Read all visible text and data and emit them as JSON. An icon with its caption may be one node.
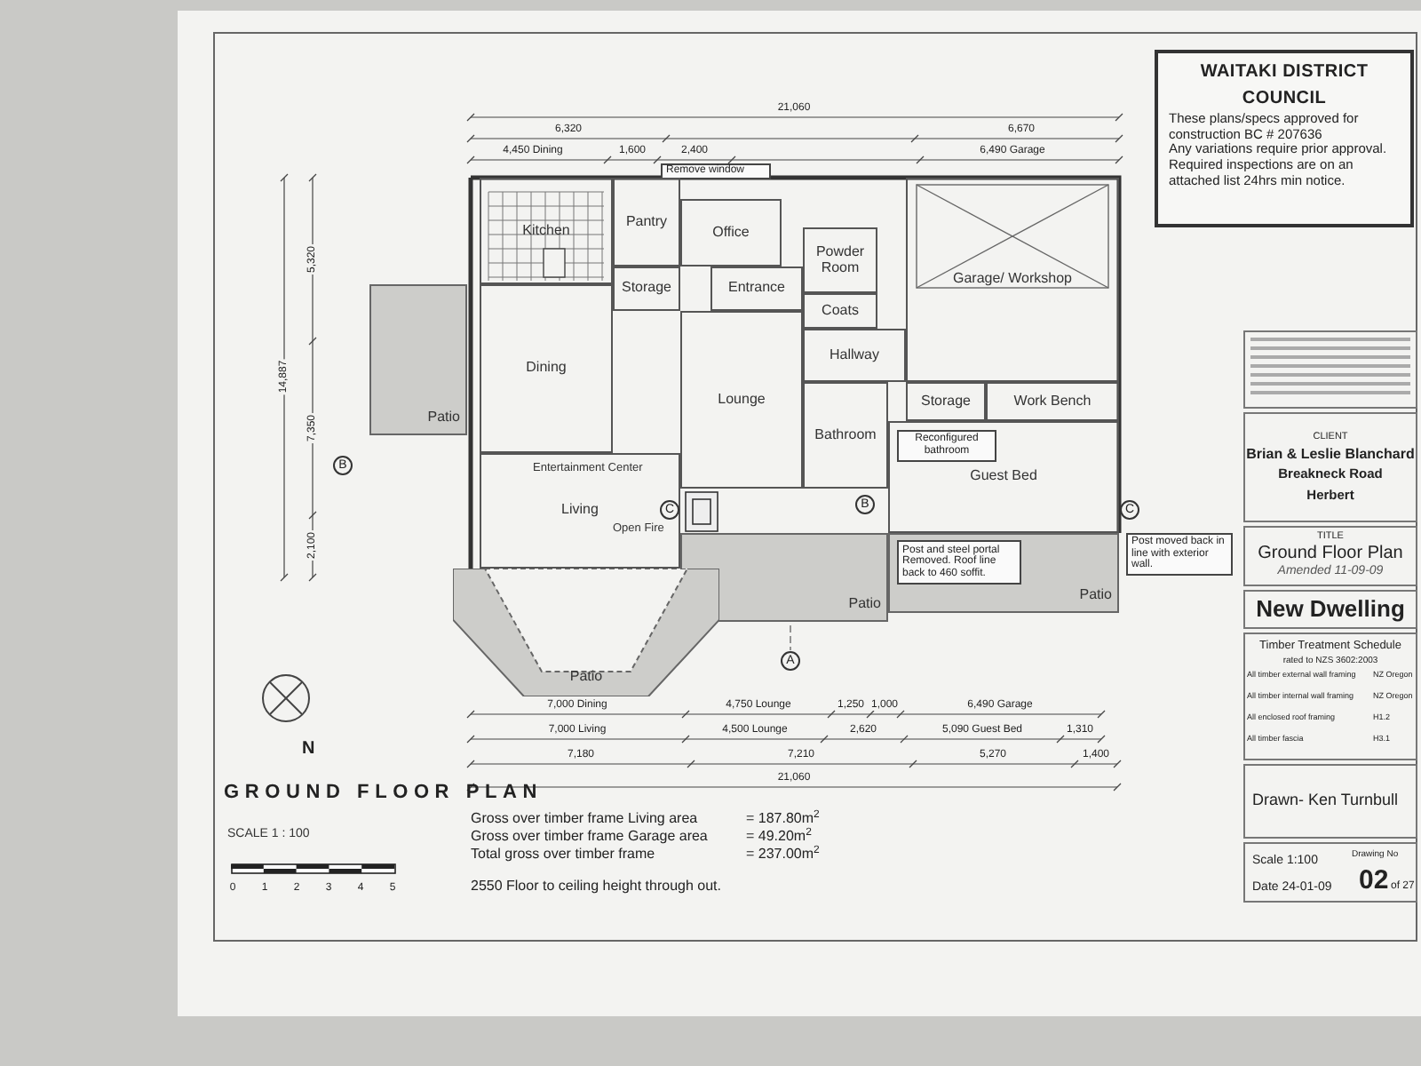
{
  "diagram": {
    "title": "GROUND FLOOR PLAN",
    "nodes": [
      {
        "text": [
          "Remove window"
        ]
      },
      {
        "text": [
          "Kitchen"
        ]
      },
      {
        "text": [
          "Pantry"
        ]
      },
      {
        "text": [
          "Office"
        ]
      },
      {
        "text": [
          "Storage"
        ]
      },
      {
        "text": [
          "Entrance"
        ]
      },
      {
        "text": [
          "Powder Room"
        ]
      },
      {
        "text": [
          "Coats"
        ]
      },
      {
        "text": [
          "Garage/ Workshop"
        ]
      },
      {
        "text": [
          "Patio"
        ]
      },
      {
        "text": [
          "Hallway"
        ]
      },
      {
        "text": [
          "Dining"
        ]
      },
      {
        "text": [
          "Storage"
        ]
      },
      {
        "text": [
          "Work Bench"
        ]
      },
      {
        "text": [
          "Lounge"
        ]
      },
      {
        "text": [
          "Bathroom"
        ]
      },
      {
        "text": [
          "Guest Bed"
        ]
      },
      {
        "text": [
          "Reconfigured bathroom"
        ],
        "in": 16
      },
      {
        "text": [
          "Living"
        ]
      },
      {
        "text": [
          "Patio"
        ]
      },
      {
        "text": [
          "Patio"
        ]
      },
      {
        "text": [
          "Post and steel portal Removed. Roof line back to 460 soffit."
        ],
        "in": 20
      },
      {
        "text": [
          "Post moved back in line with exterior wall."
        ]
      },
      {
        "text": [
          "Patio"
        ]
      },
      {
        "text": [
          "WAITAKI DISTRICT COUNCIL",
          "These plans/specs approved for construction BC # 207636",
          "Any variations require prior approval.",
          "Required inspections are on an attached list 24hrs min notice."
        ]
      },
      {
        "text": [
          "CLIENT",
          "Brian & Leslie Blanchard",
          "Breakneck Road",
          "Herbert"
        ]
      },
      {
        "text": [
          "TITLE",
          "Ground Floor Plan",
          "Amended 11-09-09"
        ]
      },
      {
        "text": [
          "New Dwelling"
        ]
      },
      {
        "text": [
          "Timber Treatment Schedule",
          "rated to NZS 3602:2003"
        ]
      },
      {
        "text": [
          "Drawn- Ken Turnbull"
        ]
      },
      {
        "text": [
          "Scale 1:100",
          "Date 24-01-09",
          "Drawing No",
          "02",
          "of 27"
        ]
      },
      {
        "text": [],
        "shape": "box"
      }
    ],
    "labels": [
      "6,320",
      "21,060",
      "6,670",
      "4,450 Dining",
      "1,600",
      "2,400",
      "6,490 Garage",
      "14,887",
      "5,320",
      "7,350",
      "2,100",
      "Entertainment Center",
      "Open Fire",
      "7,000 Dining",
      "4,750 Lounge",
      "1,250",
      "1,000",
      "6,490 Garage",
      "7,000 Living",
      "4,500 Lounge",
      "2,620",
      "5,090 Guest Bed",
      "1,310",
      "7,180",
      "7,210",
      "5,270",
      "1,400",
      "21,060",
      "N",
      "SCALE 1 : 100",
      "0",
      "1",
      "2",
      "3",
      "4",
      "5",
      "Gross over timber frame Living area",
      "= 187.80m$^{2}$",
      "Gross over timber frame Garage area",
      "= 49.20m$^{2}$",
      "Total gross over timber frame",
      "= 237.00m$^{2}$",
      "2550 Floor to ceiling height through out.",
      "All timber external wall framing",
      "NZ Oregon",
      "All timber internal wall framing",
      "NZ Oregon",
      "All enclosed roof framing",
      "H1.2",
      "All timber fascia",
      "H3.1",
      "B",
      "C",
      "B",
      "C",
      "A"
    ]
  }
}
